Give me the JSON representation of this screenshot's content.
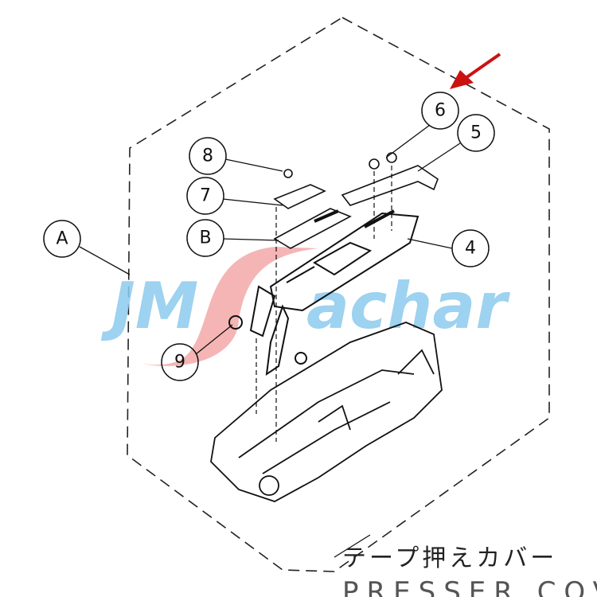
{
  "callouts": {
    "A": "A",
    "four": "4",
    "five": "5",
    "six": "6",
    "seven": "7",
    "eight": "8",
    "b": "B",
    "nine": "9"
  },
  "watermark": {
    "text_left": "JM",
    "text_right": "achar",
    "swoosh_letter": "S",
    "color_blue": "#8ccbee",
    "color_red": "#f3a3a3"
  },
  "caption": {
    "japanese": "テープ押えカバー",
    "english": "PRESSER COV"
  },
  "arrow_color": "#cc1111"
}
